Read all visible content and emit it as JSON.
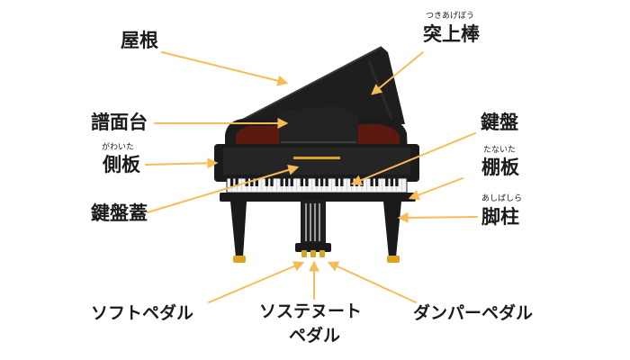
{
  "colors": {
    "arrow": "#f7bc56",
    "piano_body": "#1c1c1c",
    "piano_highlight": "#333333",
    "interior": "#5a1a10",
    "pedal_gold": "#d9a521",
    "text": "#1a1a1a"
  },
  "labels": {
    "yane": "屋根",
    "tsukiagebou": "突上棒",
    "tsukiagebou_ruby": "つきあげぼう",
    "fumendai": "譜面台",
    "kenban": "鍵盤",
    "gawaita": "側板",
    "gawaita_ruby": "がわいた",
    "tanaita": "棚板",
    "tanaita_ruby": "たないた",
    "kenbanfuta": "鍵盤蓋",
    "ashibashira": "脚柱",
    "ashibashira_ruby": "あしばしら",
    "soft_pedal": "ソフトペダル",
    "sostenuto_line1": "ソステヌート",
    "sostenuto_line2": "ペダル",
    "damper_pedal": "ダンパーペダル"
  }
}
